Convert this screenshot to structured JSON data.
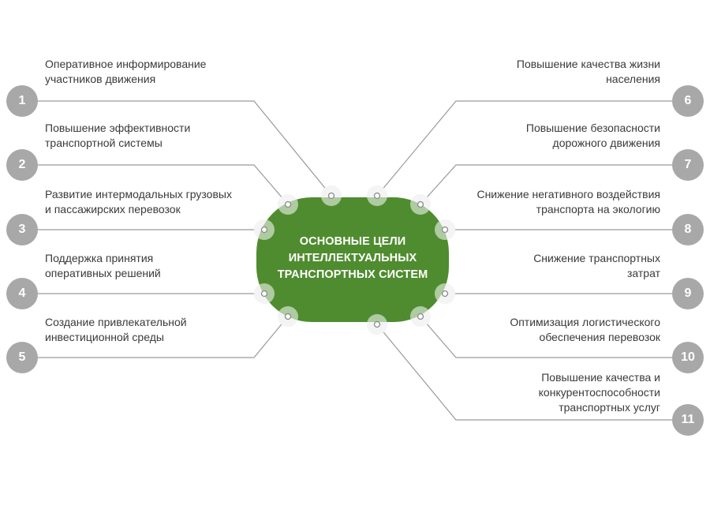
{
  "center": {
    "lines": [
      "ОСНОВНЫЕ ЦЕЛИ",
      "ИНТЕЛЛЕКТУАЛЬНЫХ",
      "ТРАНСПОРТНЫХ СИСТЕМ"
    ],
    "color": "#4f8c2f"
  },
  "colors": {
    "badge": "#a8a8a8",
    "line": "#9a9a9a",
    "dot_halo": "#e6e6e6",
    "text": "#3a3a3a"
  },
  "goals": [
    {
      "number": "1",
      "lines": [
        "Оперативное информирование",
        "участников движения"
      ]
    },
    {
      "number": "2",
      "lines": [
        "Повышение эффективности",
        "транспортной системы"
      ]
    },
    {
      "number": "3",
      "lines": [
        "Развитие интермодальных грузовых",
        "и пассажирских перевозок"
      ]
    },
    {
      "number": "4",
      "lines": [
        "Поддержка принятия",
        "оперативных решений"
      ]
    },
    {
      "number": "5",
      "lines": [
        "Создание привлекательной",
        "инвестиционной среды"
      ]
    },
    {
      "number": "6",
      "lines": [
        "Повышение качества жизни",
        "населения"
      ]
    },
    {
      "number": "7",
      "lines": [
        "Повышение безопасности",
        "дорожного движения"
      ]
    },
    {
      "number": "8",
      "lines": [
        "Снижение негативного воздействия",
        "транспорта на экологию"
      ]
    },
    {
      "number": "9",
      "lines": [
        "Снижение транспортных",
        "затрат"
      ]
    },
    {
      "number": "10",
      "lines": [
        "Оптимизация логистического",
        "обеспечения перевозок"
      ]
    },
    {
      "number": "11",
      "lines": [
        "Повышение качества и",
        "конкурентоспособности",
        "транспортных услуг"
      ]
    }
  ]
}
